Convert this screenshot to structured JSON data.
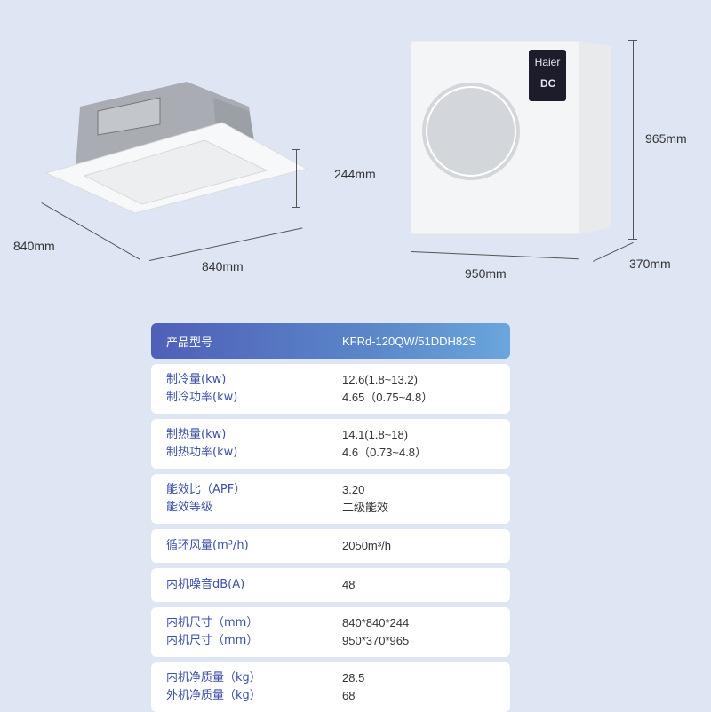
{
  "dimensions": {
    "indoor": {
      "depth": "840mm",
      "width": "840mm",
      "height": "244mm"
    },
    "outdoor": {
      "height": "965mm",
      "width": "950mm",
      "depth": "370mm"
    }
  },
  "brand": {
    "logo": "Haier",
    "badge": "DC"
  },
  "spec_table": {
    "header": {
      "label": "产品型号",
      "value": "KFRd-120QW/51DDH82S"
    },
    "groups": [
      {
        "items": [
          {
            "label": "制冷量(kw)",
            "value": "12.6(1.8~13.2)"
          },
          {
            "label": "制冷功率(kw)",
            "value": "4.65（0.75~4.8）"
          }
        ]
      },
      {
        "items": [
          {
            "label": "制热量(kw)",
            "value": "14.1(1.8~18)"
          },
          {
            "label": "制热功率(kw)",
            "value": "4.6（0.73~4.8）"
          }
        ]
      },
      {
        "items": [
          {
            "label": "能效比（APF）",
            "value": "3.20"
          },
          {
            "label": "能效等级",
            "value": "二级能效"
          }
        ]
      },
      {
        "items": [
          {
            "label": "循环风量(m³/h)",
            "value": "2050m³/h"
          }
        ]
      },
      {
        "items": [
          {
            "label": "内机噪音dB(A)",
            "value": "48"
          }
        ]
      },
      {
        "items": [
          {
            "label": "内机尺寸（mm）",
            "value": "840*840*244"
          },
          {
            "label": "内机尺寸（mm）",
            "value": "950*370*965"
          }
        ]
      },
      {
        "items": [
          {
            "label": "内机净质量（kg）",
            "value": "28.5"
          },
          {
            "label": "外机净质量（kg）",
            "value": "68"
          }
        ]
      }
    ]
  }
}
